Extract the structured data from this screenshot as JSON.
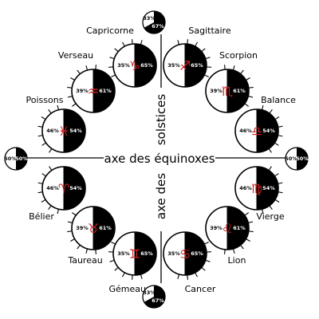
{
  "axes": {
    "equinox_label": "axe des équinoxes",
    "solstice_label_part1": "solstices",
    "solstice_label_part2": "axe des"
  },
  "signs": [
    {
      "id": "capricorne",
      "label": "Capricorne",
      "left_pct": "35%",
      "right_pct": "65%",
      "symbol": "♑",
      "symbol_color": "#d32020"
    },
    {
      "id": "sagittaire",
      "label": "Sagittaire",
      "left_pct": "35%",
      "right_pct": "65%",
      "symbol": "♐",
      "symbol_color": "#d32020"
    },
    {
      "id": "verseau",
      "label": "Verseau",
      "left_pct": "39%",
      "right_pct": "61%",
      "symbol": "♒",
      "symbol_color": "#d32020"
    },
    {
      "id": "scorpion",
      "label": "Scorpion",
      "left_pct": "39%",
      "right_pct": "61%",
      "symbol": "♏",
      "symbol_color": "#d32020"
    },
    {
      "id": "poissons",
      "label": "Poissons",
      "left_pct": "46%",
      "right_pct": "54%",
      "symbol": "♓",
      "symbol_color": "#d32020"
    },
    {
      "id": "balance",
      "label": "Balance",
      "left_pct": "46%",
      "right_pct": "54%",
      "symbol": "♎",
      "symbol_color": "#d32020"
    },
    {
      "id": "belier",
      "label": "Bélier",
      "left_pct": "46%",
      "right_pct": "54%",
      "symbol": "♈",
      "symbol_color": "#d32020"
    },
    {
      "id": "vierge",
      "label": "Vierge",
      "left_pct": "46%",
      "right_pct": "54%",
      "symbol": "♍",
      "symbol_color": "#d32020"
    },
    {
      "id": "taureau",
      "label": "Taureau",
      "left_pct": "39%",
      "right_pct": "61%",
      "symbol": "♉",
      "symbol_color": "#d32020"
    },
    {
      "id": "lion",
      "label": "Lion",
      "left_pct": "39%",
      "right_pct": "61%",
      "symbol": "♌",
      "symbol_color": "#d32020"
    },
    {
      "id": "gemeaux",
      "label": "Gémeaux",
      "left_pct": "35%",
      "right_pct": "65%",
      "symbol": "♊",
      "symbol_color": "#d32020"
    },
    {
      "id": "cancer",
      "label": "Cancer",
      "left_pct": "35%",
      "right_pct": "65%",
      "symbol": "♋",
      "symbol_color": "#d32020"
    }
  ],
  "endpoints": [
    {
      "id": "top",
      "top_pct": "33%",
      "bottom_pct": "67%"
    },
    {
      "id": "bottom",
      "top_pct": "33%",
      "bottom_pct": "67%"
    },
    {
      "id": "left",
      "left_pct": "50%",
      "right_pct": "50%"
    },
    {
      "id": "right",
      "left_pct": "50%",
      "right_pct": "50%"
    }
  ]
}
